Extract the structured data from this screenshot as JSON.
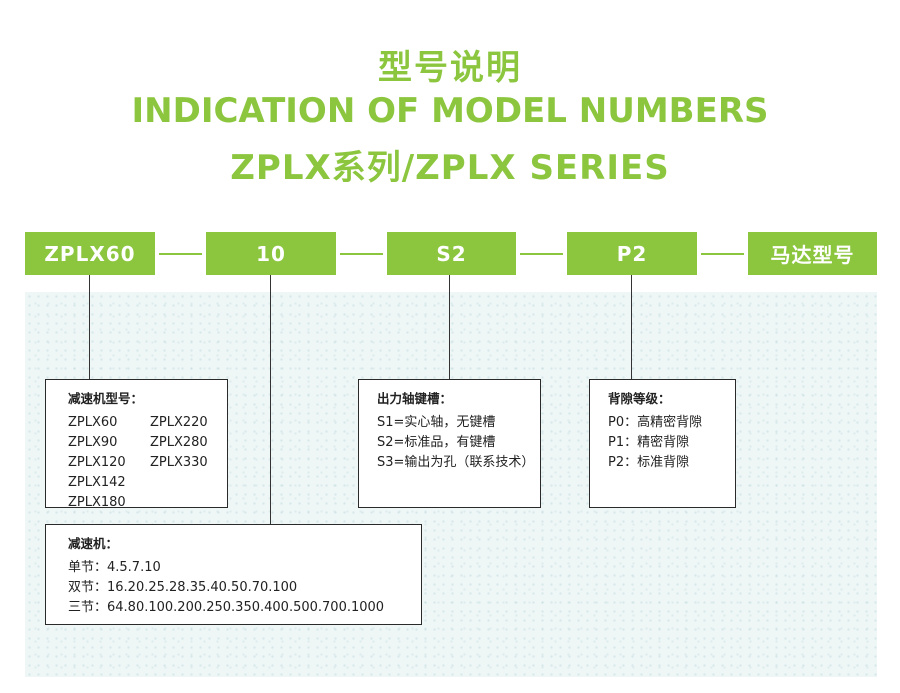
{
  "titles": {
    "chinese": "型号说明",
    "english": "INDICATION OF MODEL NUMBERS",
    "series": "ZPLX系列/ZPLX SERIES"
  },
  "code_boxes": [
    "ZPLX60",
    "10",
    "S2",
    "P2",
    "马达型号"
  ],
  "reducer_model": {
    "heading": "减速机型号：",
    "models_col1": [
      "ZPLX60",
      "ZPLX90",
      "ZPLX120",
      "ZPLX142",
      "ZPLX180"
    ],
    "models_col2": [
      "ZPLX220",
      "ZPLX280",
      "ZPLX330"
    ]
  },
  "ratio": {
    "heading": "减速机：",
    "rows": [
      "单节：4.5.7.10",
      "双节：16.20.25.28.35.40.50.70.100",
      "三节：64.80.100.200.250.350.400.500.700.1000"
    ]
  },
  "output_shaft": {
    "heading": "出力轴键槽：",
    "rows": [
      "S1=实心轴，无键槽",
      "S2=标准品，有键槽",
      "S3=输出为孔（联系技术）"
    ]
  },
  "backlash": {
    "heading": "背隙等级：",
    "rows": [
      "P0：高精密背隙",
      "P1：精密背隙",
      "P2：标准背隙"
    ]
  },
  "colors": {
    "accent": "#8cc63f",
    "panel": "#eef6f6",
    "line": "#333333"
  }
}
